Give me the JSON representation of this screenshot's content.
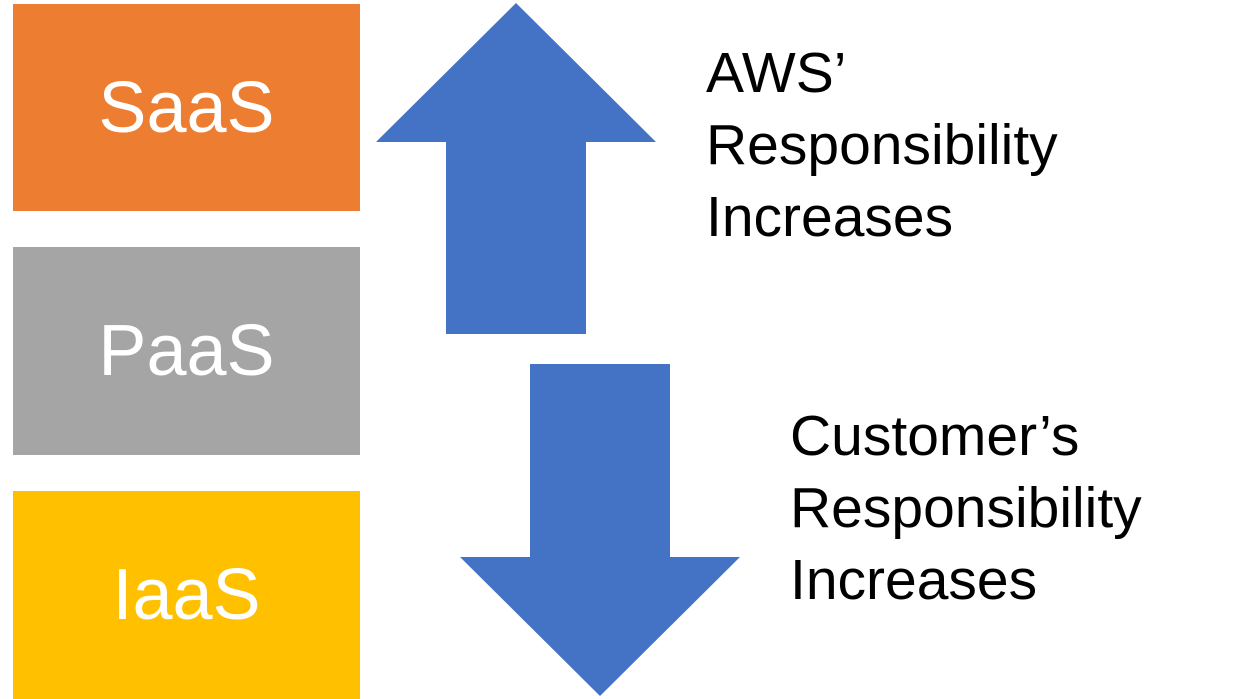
{
  "tiers": [
    {
      "label": "SaaS",
      "color": "#ED7D31"
    },
    {
      "label": "PaaS",
      "color": "#A5A5A5"
    },
    {
      "label": "IaaS",
      "color": "#FFC000"
    }
  ],
  "arrow_color": "#4472C4",
  "captions": {
    "aws": {
      "line1": "AWS’",
      "line2": "Responsibility",
      "line3": "Increases"
    },
    "customer": {
      "line1": "Customer’s",
      "line2": "Responsibility",
      "line3": "Increases"
    }
  }
}
